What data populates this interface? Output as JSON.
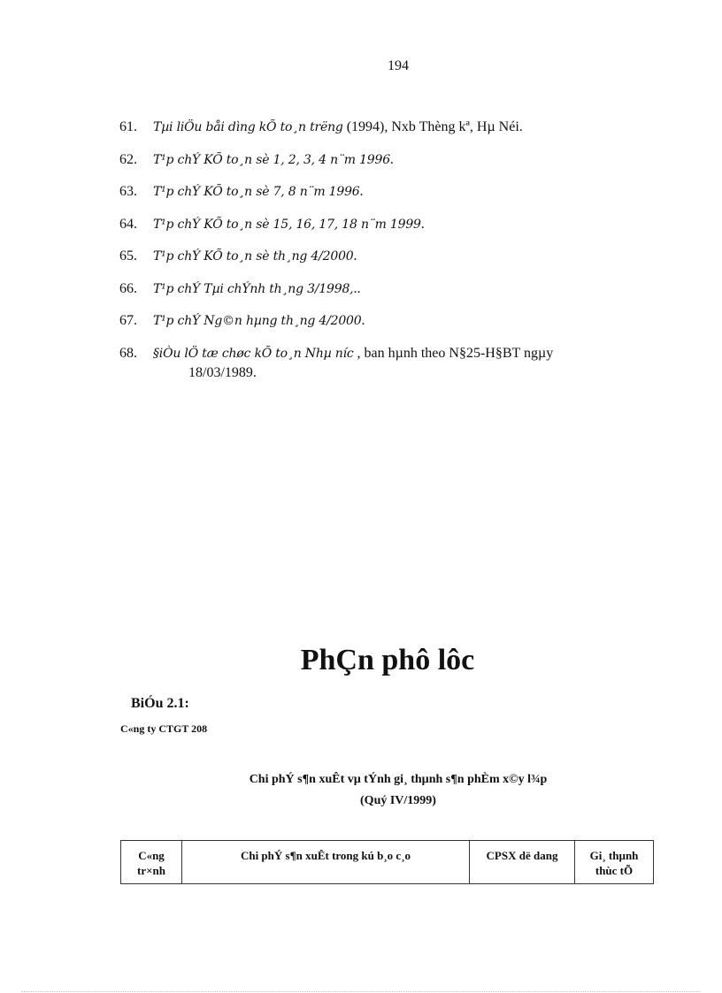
{
  "page": {
    "number": "194"
  },
  "references": [
    {
      "num": "61.",
      "italic": "Tµi liÖu båi d­ìng  kÕ to¸n tr­ëng",
      "plain": " (1994), Nxb Thèng kª, Hµ Néi.",
      "cont": ""
    },
    {
      "num": "62.",
      "italic": "T¹p chÝ KÕ to¸n sè 1, 2, 3, 4 n¨m 1996",
      "plain": ".",
      "cont": ""
    },
    {
      "num": "63.",
      "italic": "T¹p chÝ KÕ to¸n sè 7, 8 n¨m 1996",
      "plain": ".",
      "cont": ""
    },
    {
      "num": "64.",
      "italic": "T¹p chÝ KÕ to¸n sè 15, 16, 17, 18 n¨m 1999",
      "plain": ".",
      "cont": ""
    },
    {
      "num": "65.",
      "italic": "T¹p chÝ KÕ to¸n sè th¸ng 4/2000",
      "plain": ".",
      "cont": ""
    },
    {
      "num": "66.",
      "italic": "T¹p chÝ Tµi chÝnh th¸ng 3/1998,",
      "plain": "..",
      "cont": ""
    },
    {
      "num": "67.",
      "italic": "T¹p chÝ Ng©n hµng th¸ng 4/2000",
      "plain": ".",
      "cont": ""
    },
    {
      "num": "68.",
      "italic": "§iÒu lÖ tæ chøc kÕ to¸n  Nhµ n­íc",
      "plain": " , ban hµnh theo N§25-H§BT ngµy",
      "cont": "18/03/1989."
    }
  ],
  "appendix": {
    "title": "PhÇn phô lôc",
    "bieu_label": "BiÓu 2.1:",
    "company": "C«ng ty CTGT 208",
    "table_title_line1": "Chi phÝ  s¶n xuÊt  vµ tÝnh  gi¸ thµnh  s¶n phÈm  x©y l¾p",
    "table_title_line2": "(Quý  IV/1999)",
    "table": {
      "headers": [
        "C«ng tr×nh",
        "Chi phÝ  s¶n xuÊt trong kú b¸o c¸o",
        "CPSX dë dang",
        "Gi¸ thµnh thùc tÕ"
      ],
      "rows": []
    }
  }
}
